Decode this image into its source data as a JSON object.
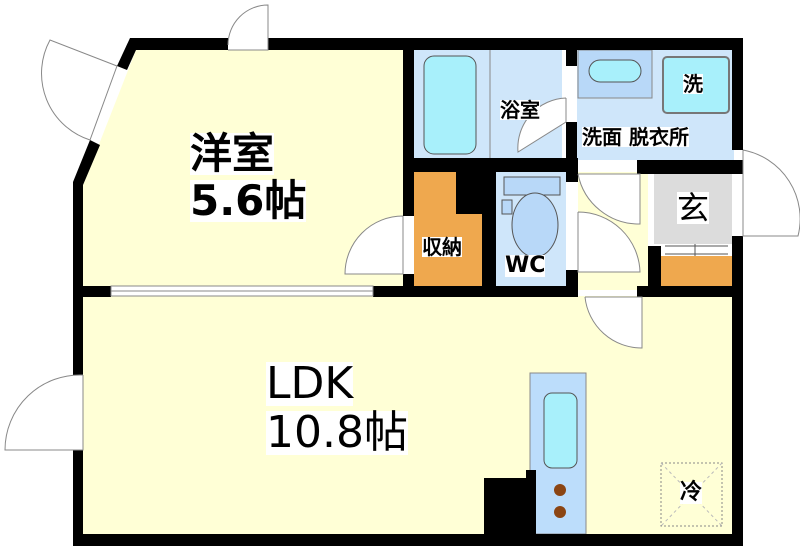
{
  "floorplan": {
    "rooms": {
      "western_room": {
        "name": "洋室",
        "size": "5.6帖"
      },
      "ldk": {
        "name": "LDK",
        "size": "10.8帖"
      },
      "bathroom": {
        "name": "浴室"
      },
      "washroom": {
        "name": "洗面 脱衣所"
      },
      "washer": {
        "name": "洗"
      },
      "storage": {
        "name": "収納"
      },
      "toilet": {
        "name": "WC"
      },
      "entrance": {
        "name": "玄"
      },
      "fridge": {
        "name": "冷"
      }
    },
    "colors": {
      "wall": "#000000",
      "floor": "#FFFFD6",
      "wet_area": "#CFE6FA",
      "fixture": "#A8F0FB",
      "storage": "#EFA84E",
      "entrance": "#DCDCDC",
      "stove": "#8B4513"
    }
  }
}
